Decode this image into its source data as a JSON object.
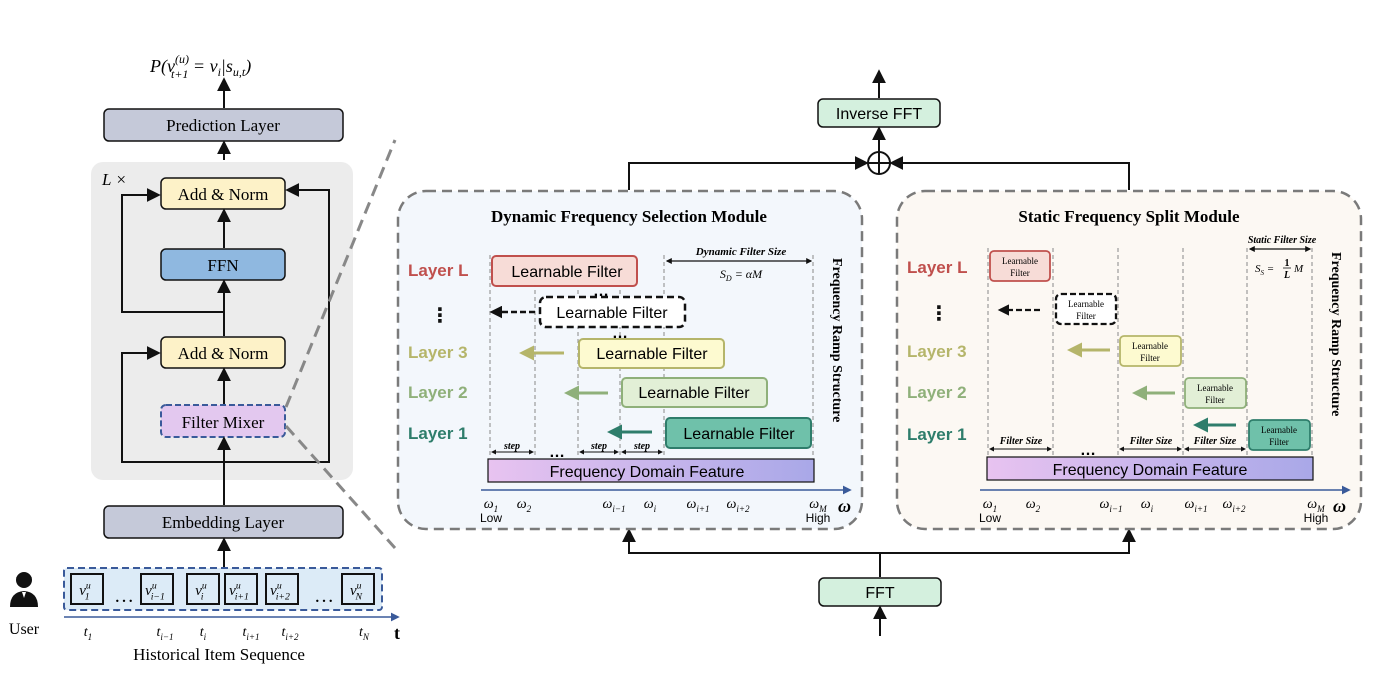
{
  "left": {
    "output_prob": "P(v",
    "output_prob_sup": "(u)",
    "output_prob_sub": "t+1",
    "output_prob_rest": " = v",
    "output_prob_vi_sub": "i",
    "output_prob_cond": "|s",
    "output_prob_cond_sub": "u,t",
    "output_prob_close": ")",
    "prediction_layer": "Prediction Layer",
    "repeat_label": "L ×",
    "add_norm_top": "Add & Norm",
    "ffn": "FFN",
    "add_norm_bottom": "Add & Norm",
    "filter_mixer": "Filter Mixer",
    "embedding_layer": "Embedding Layer",
    "user_label": "User",
    "sequence_caption": "Historical Item Sequence",
    "time_axis_label": "t",
    "items": [
      {
        "base": "v",
        "sup": "u",
        "sub": "1"
      },
      {
        "base": "v",
        "sup": "u",
        "sub": "i−1"
      },
      {
        "base": "v",
        "sup": "u",
        "sub": "i"
      },
      {
        "base": "v",
        "sup": "u",
        "sub": "i+1"
      },
      {
        "base": "v",
        "sup": "u",
        "sub": "i+2"
      },
      {
        "base": "v",
        "sup": "u",
        "sub": "N"
      }
    ],
    "ellipsis": "…",
    "time_ticks": [
      {
        "base": "t",
        "sub": "1"
      },
      {
        "base": "t",
        "sub": "i−1"
      },
      {
        "base": "t",
        "sub": "i"
      },
      {
        "base": "t",
        "sub": "i+1"
      },
      {
        "base": "t",
        "sub": "i+2"
      },
      {
        "base": "t",
        "sub": "N"
      }
    ]
  },
  "top": {
    "inverse_fft": "Inverse FFT",
    "fft": "FFT"
  },
  "dynamic_module": {
    "title": "Dynamic Frequency Selection Module",
    "side_label": "Frequency Ramp Structure",
    "filter_size_title": "Dynamic Filter Size",
    "filter_size_formula": "S",
    "filter_size_formula_sub": "D",
    "filter_size_formula_rest": " = αM",
    "layers": [
      "Layer L",
      "⋮",
      "Layer 3",
      "Layer 2",
      "Layer 1"
    ],
    "filter_label": "Learnable Filter",
    "step_label": "step",
    "dots": "…",
    "feature_bar": "Frequency Domain Feature",
    "omega_ticks": [
      {
        "base": "ω",
        "sub": "1"
      },
      {
        "base": "ω",
        "sub": "2"
      },
      {
        "base": "ω",
        "sub": "i−1"
      },
      {
        "base": "ω",
        "sub": "i"
      },
      {
        "base": "ω",
        "sub": "i+1"
      },
      {
        "base": "ω",
        "sub": "i+2"
      },
      {
        "base": "ω",
        "sub": "M"
      }
    ],
    "low_label": "Low",
    "high_label": "High",
    "axis_label": "ω"
  },
  "static_module": {
    "title": "Static Frequency Split Module",
    "side_label": "Frequency Ramp Structure",
    "filter_size_title": "Static Filter Size",
    "filter_size_formula": "S",
    "filter_size_formula_sub": "S",
    "filter_size_formula_rest": " = ",
    "filter_size_frac_num": "1",
    "filter_size_frac_den": "L",
    "filter_size_formula_tail": "M",
    "layers": [
      "Layer L",
      "⋮",
      "Layer 3",
      "Layer 2",
      "Layer 1"
    ],
    "filter_label_line1": "Learnable",
    "filter_label_line2": "Filter",
    "filter_size_label": "Filter Size",
    "dots": "…",
    "feature_bar": "Frequency Domain Feature",
    "omega_ticks": [
      {
        "base": "ω",
        "sub": "1"
      },
      {
        "base": "ω",
        "sub": "2"
      },
      {
        "base": "ω",
        "sub": "i−1"
      },
      {
        "base": "ω",
        "sub": "i"
      },
      {
        "base": "ω",
        "sub": "i+1"
      },
      {
        "base": "ω",
        "sub": "i+2"
      },
      {
        "base": "ω",
        "sub": "M"
      }
    ],
    "low_label": "Low",
    "high_label": "High",
    "axis_label": "ω"
  },
  "colors": {
    "layer_L": "#c0504d",
    "layer_3": "#b5b56a",
    "layer_2": "#8fb07a",
    "layer_1": "#2e7d6b",
    "prediction_fill": "#c5c9d9",
    "add_norm_fill": "#fdf2c8",
    "ffn_fill": "#8fb8e0",
    "filter_mixer_fill": "#e3c8ef",
    "fft_fill": "#d4f0de",
    "feature_bar_fill": "#d9b4ec"
  }
}
